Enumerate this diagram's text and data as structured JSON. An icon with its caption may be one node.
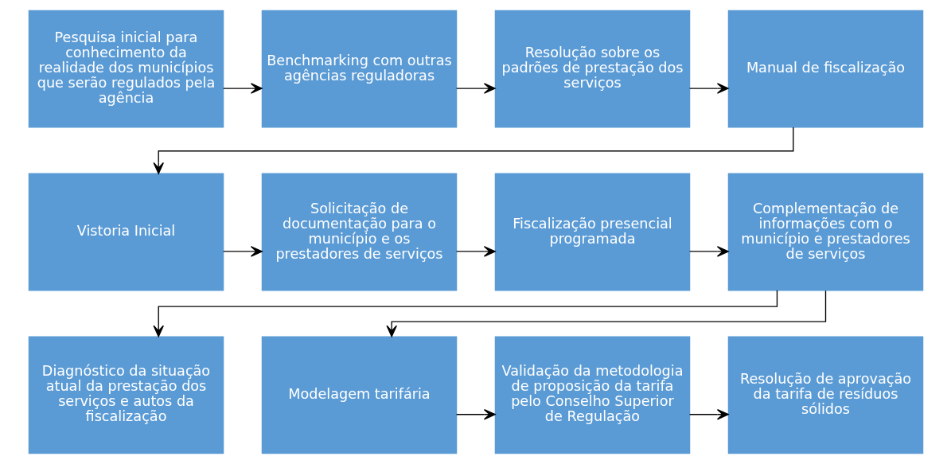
{
  "diagram": {
    "nodes": [
      {
        "text": [
          "Pesquisa inicial para conhecimento da realidade dos municípios que serão regulados pela agência"
        ]
      },
      {
        "text": [
          "Benchmarking com outras agências reguladoras"
        ]
      },
      {
        "text": [
          "Resolução sobre os padrões de prestação dos serviços"
        ]
      },
      {
        "text": [
          "Manual de fiscalização"
        ]
      },
      {
        "text": [
          "Vistoria Inicial"
        ]
      },
      {
        "text": [
          "Solicitação de documentação para o município e os prestadores de serviços"
        ]
      },
      {
        "text": [
          "Fiscalização presencial programada"
        ]
      },
      {
        "text": [
          "Complementação de informações com o município e prestadores de serviços"
        ]
      },
      {
        "text": [
          "Diagnóstico da situação atual da prestação dos serviços e autos da fiscalização"
        ]
      },
      {
        "text": [
          "Modelagem tarifária"
        ]
      },
      {
        "text": [
          "Validação da metodologia de proposição da tarifa pelo Conselho Superior de Regulação"
        ]
      },
      {
        "text": [
          "Resolução de aprovação da tarifa de resíduos sólidos"
        ]
      }
    ],
    "edges": [
      {
        "from": 0,
        "to": 1,
        "arrow": "to"
      },
      {
        "from": 1,
        "to": 2,
        "arrow": "to"
      },
      {
        "from": 2,
        "to": 3,
        "arrow": "to"
      },
      {
        "from": 3,
        "to": 4,
        "arrow": "to"
      },
      {
        "from": 4,
        "to": 5,
        "arrow": "to"
      },
      {
        "from": 5,
        "to": 6,
        "arrow": "to"
      },
      {
        "from": 6,
        "to": 7,
        "arrow": "to"
      },
      {
        "from": 7,
        "to": 8,
        "arrow": "to"
      },
      {
        "from": 7,
        "to": 9,
        "arrow": "to"
      },
      {
        "from": 9,
        "to": 10,
        "arrow": "to"
      },
      {
        "from": 10,
        "to": 11,
        "arrow": "to"
      }
    ]
  }
}
